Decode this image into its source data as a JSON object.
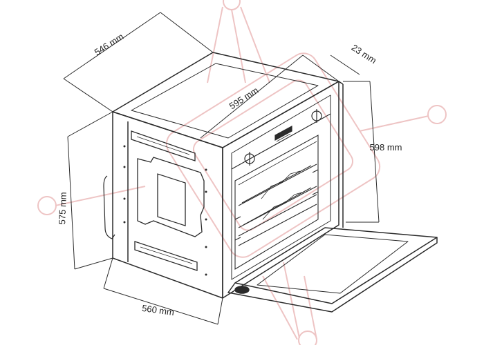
{
  "diagram": {
    "dimensions": {
      "top_depth": "546 mm",
      "front_width": "595 mm",
      "door_thickness": "23 mm",
      "front_height": "598 mm",
      "cutout_height": "575 mm",
      "cutout_width": "560 mm"
    }
  },
  "colors": {
    "line": "#2a2a2a",
    "watermark": "#e9b8b8"
  }
}
